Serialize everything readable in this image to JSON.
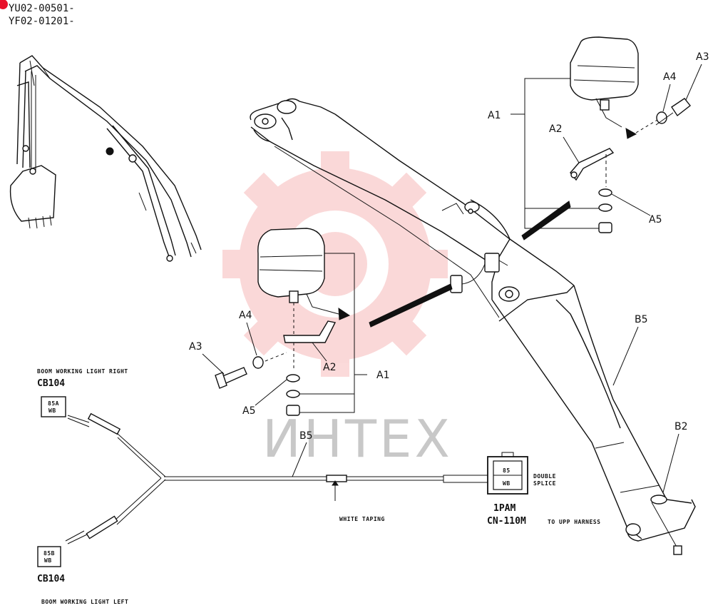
{
  "header": {
    "serial_line_1": "YU02-00501-",
    "serial_line_2": "YF02-01201-"
  },
  "watermark": {
    "brand_text": "ИНТЕХ",
    "color": "#e83030"
  },
  "callouts": {
    "upper_right": {
      "a1": "A1",
      "a2": "A2",
      "a3": "A3",
      "a4": "A4",
      "a5": "A5"
    },
    "center": {
      "a1": "A1",
      "a2": "A2",
      "a3": "A3",
      "a4": "A4",
      "a5": "A5"
    },
    "boom": {
      "b5": "B5",
      "b2": "B2"
    },
    "harness": {
      "b5": "B5"
    }
  },
  "harness": {
    "right_label": "BOOM WORKING LIGHT RIGHT",
    "right_code": "CB104",
    "right_connector_line_1": "85A",
    "right_connector_line_2": "WB",
    "left_label": "BOOM WORKING LIGHT LEFT",
    "left_code": "CB104",
    "left_connector_line_1": "85B",
    "left_connector_line_2": "WB",
    "taping_label": "WHITE TAPING",
    "connector_top": "85",
    "connector_bottom": "WB",
    "splice_line_1": "DOUBLE",
    "splice_line_2": "SPLICE",
    "connector_code_1": "1PAM",
    "connector_code_2": "CN-110M",
    "to_label": "TO UPP HARNESS"
  }
}
